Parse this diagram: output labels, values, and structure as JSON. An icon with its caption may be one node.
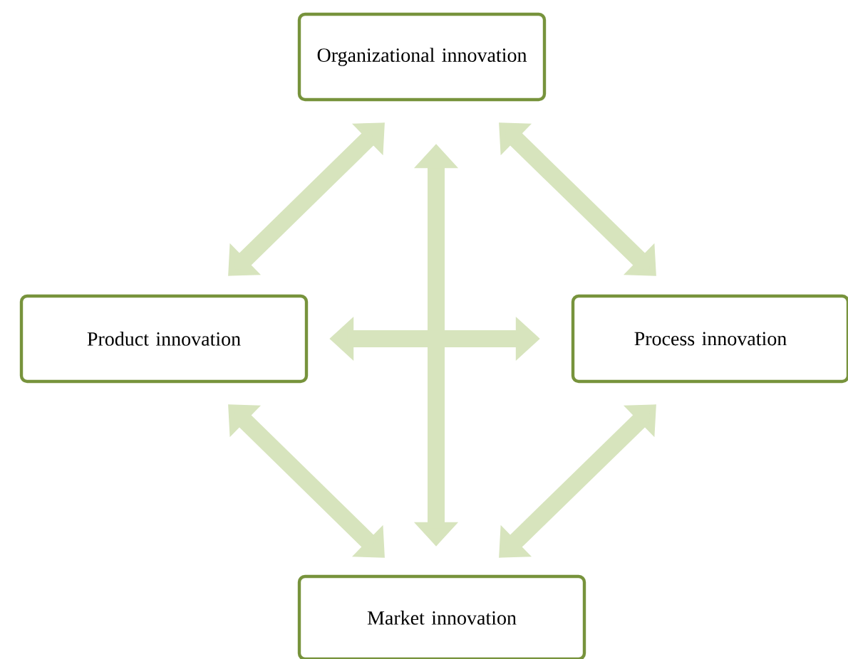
{
  "diagram": {
    "nodes": [
      {
        "text": [
          "Organizational innovation"
        ]
      },
      {
        "text": [
          "Product innovation"
        ]
      },
      {
        "text": [
          "Process innovation"
        ]
      },
      {
        "text": [
          "Market innovation"
        ]
      }
    ],
    "edges": [
      {
        "from": 0,
        "to": 1,
        "arrow": "both"
      },
      {
        "from": 0,
        "to": 2,
        "arrow": "both"
      },
      {
        "from": 1,
        "to": 3,
        "arrow": "both"
      },
      {
        "from": 2,
        "to": 3,
        "arrow": "both"
      },
      {
        "from": 0,
        "to": 3,
        "arrow": "both"
      },
      {
        "from": 1,
        "to": 2,
        "arrow": "both"
      }
    ]
  }
}
